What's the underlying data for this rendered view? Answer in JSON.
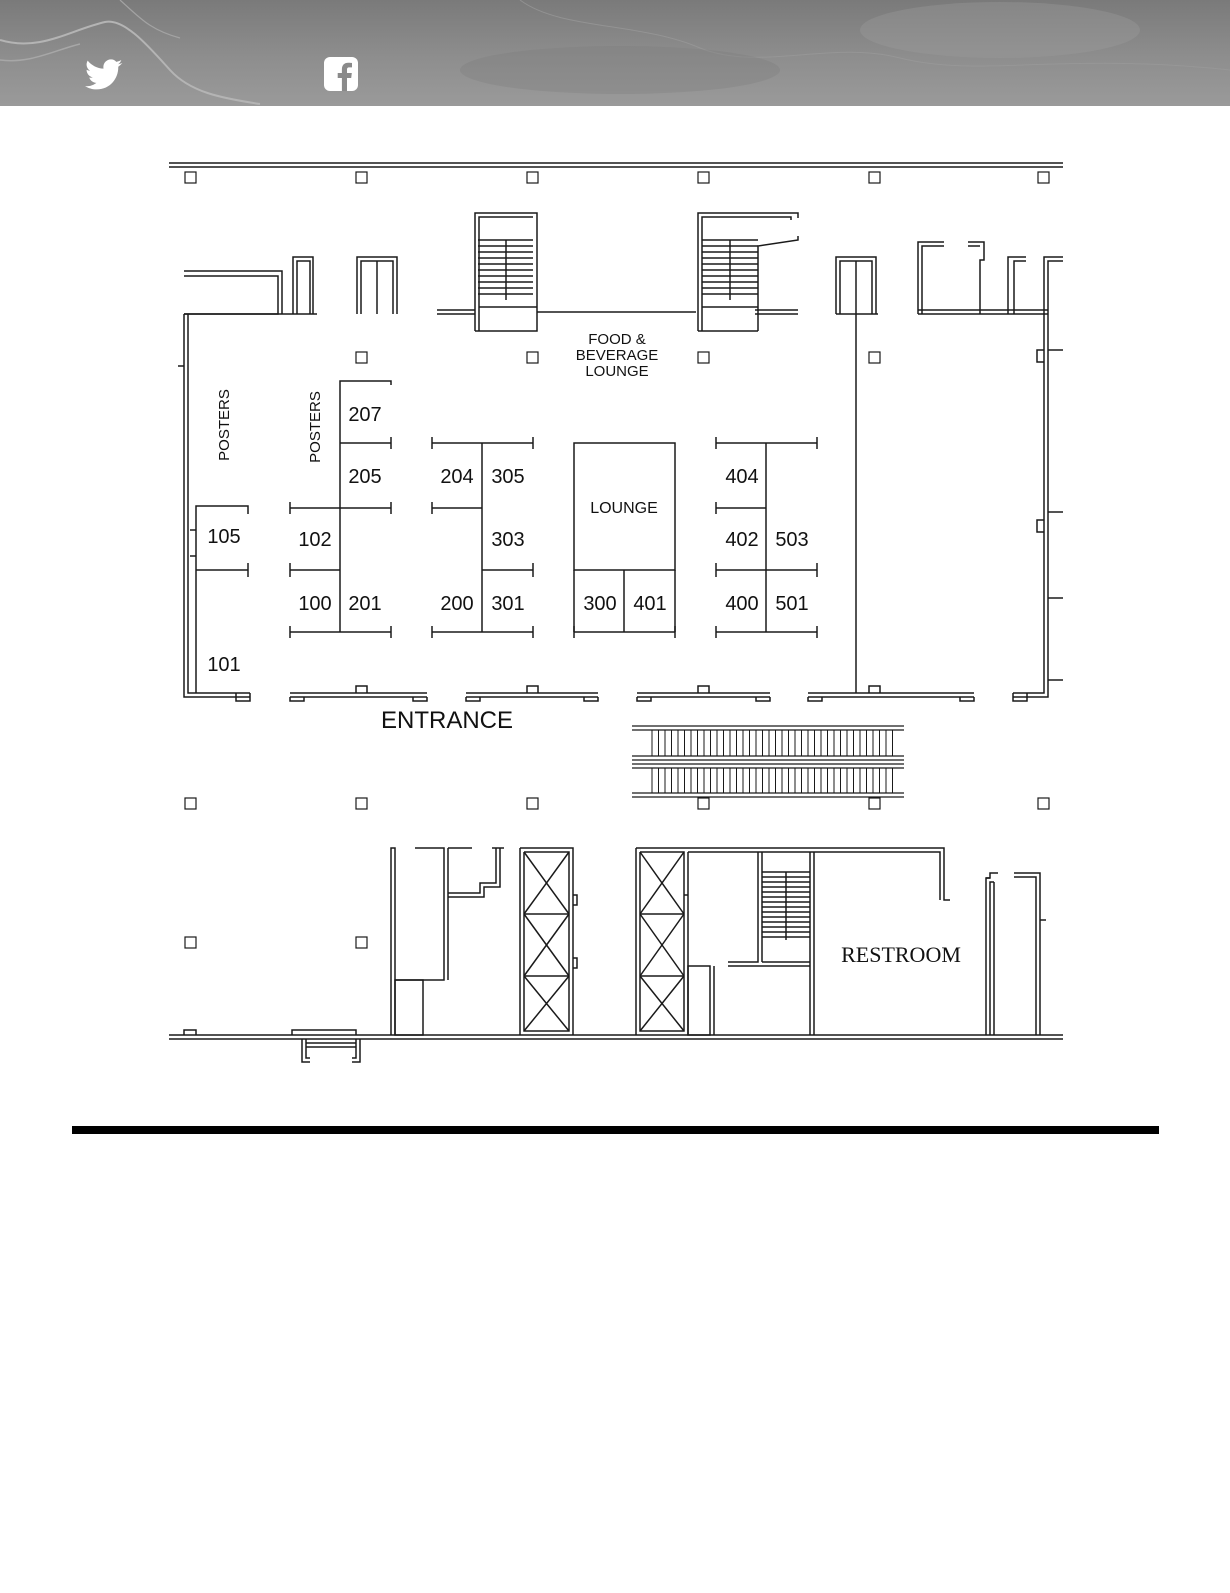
{
  "header": {
    "icons": {
      "twitter": "twitter-icon",
      "facebook": "facebook-icon"
    },
    "colors": {
      "bar": "#8a8a8a",
      "icon": "#ffffff"
    }
  },
  "floorplan": {
    "labels": {
      "food_lounge_line1": "FOOD &",
      "food_lounge_line2": "BEVERAGE",
      "food_lounge_line3": "LOUNGE",
      "posters_left": "POSTERS",
      "posters_inner": "POSTERS",
      "lounge": "LOUNGE",
      "entrance": "ENTRANCE",
      "restroom": "RESTROOM"
    },
    "booths": [
      "207",
      "205",
      "204",
      "305",
      "404",
      "105",
      "102",
      "303",
      "402",
      "503",
      "100",
      "201",
      "200",
      "301",
      "300",
      "401",
      "400",
      "501",
      "101"
    ]
  }
}
